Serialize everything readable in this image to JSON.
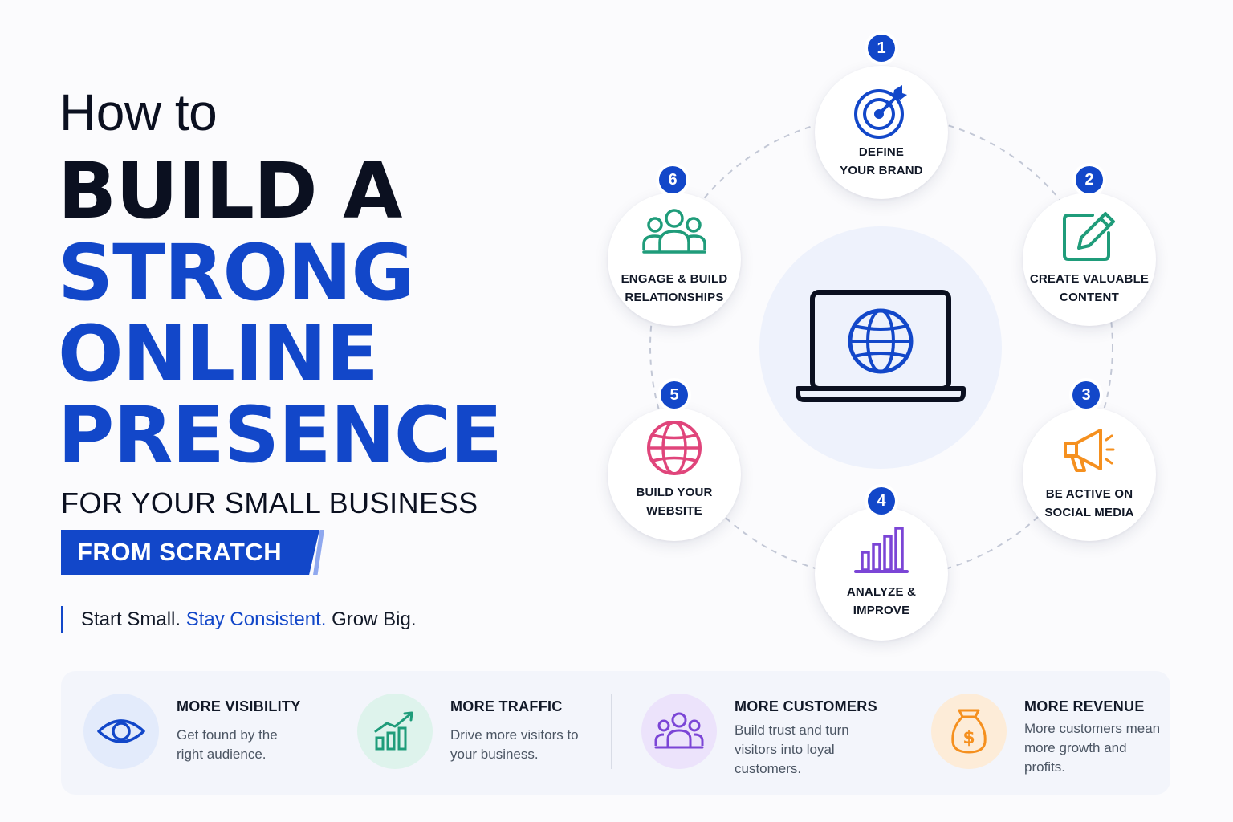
{
  "headline": {
    "line1": "How to",
    "line2": "BUILD A",
    "line3": "STRONG",
    "line4": "ONLINE",
    "line5": "PRESENCE",
    "subline": "FOR YOUR SMALL BUSINESS",
    "badge": "FROM SCRATCH"
  },
  "tagline": {
    "part1": "Start Small.",
    "part2": "Stay Consistent.",
    "part3": "Grow Big."
  },
  "colors": {
    "brand_blue": "#1247c9",
    "dark": "#0b1020",
    "teal": "#1f9c7a",
    "orange": "#f5901f",
    "purple": "#7b45d6",
    "pink": "#e0457b"
  },
  "center": {
    "icon": "laptop-globe-icon"
  },
  "steps": [
    {
      "number": "1",
      "label": "DEFINE\nYOUR BRAND",
      "icon": "target-icon"
    },
    {
      "number": "2",
      "label": "CREATE VALUABLE\nCONTENT",
      "icon": "edit-icon"
    },
    {
      "number": "3",
      "label": "BE ACTIVE ON\nSOCIAL MEDIA",
      "icon": "megaphone-icon"
    },
    {
      "number": "4",
      "label": "ANALYZE &\nIMPROVE",
      "icon": "bar-chart-icon"
    },
    {
      "number": "5",
      "label": "BUILD YOUR\nWEBSITE",
      "icon": "globe-icon"
    },
    {
      "number": "6",
      "label": "ENGAGE & BUILD\nRELATIONSHIPS",
      "icon": "people-icon"
    }
  ],
  "benefits": [
    {
      "title": "MORE VISIBILITY",
      "description": "Get found by the right audience.",
      "icon": "eye-icon"
    },
    {
      "title": "MORE TRAFFIC",
      "description": "Drive more visitors to your business.",
      "icon": "growth-chart-icon"
    },
    {
      "title": "MORE CUSTOMERS",
      "description": "Build trust and turn visitors into loyal customers.",
      "icon": "group-icon"
    },
    {
      "title": "MORE REVENUE",
      "description": "More customers mean more growth and profits.",
      "icon": "money-bag-icon"
    }
  ]
}
